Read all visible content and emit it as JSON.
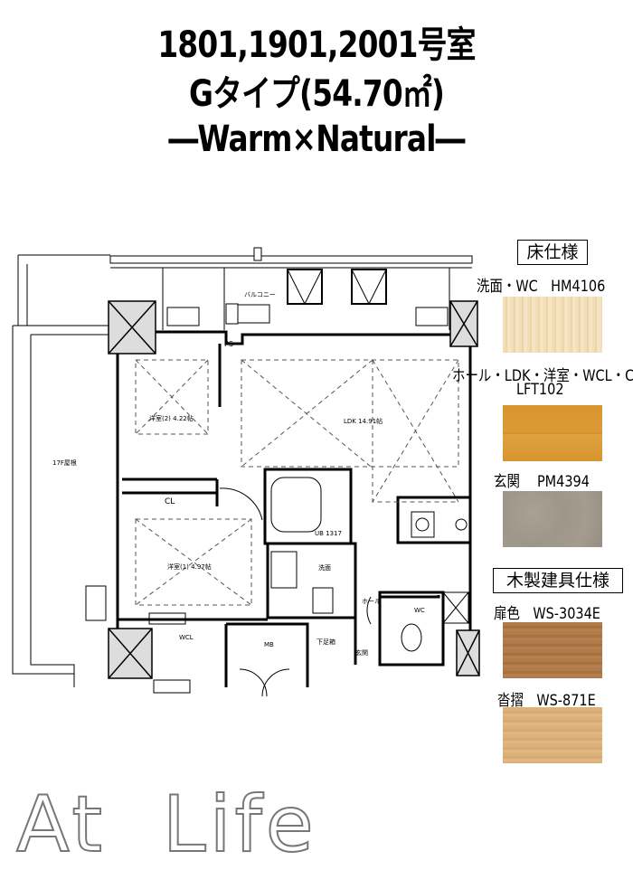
{
  "header": {
    "units": "1801,1901,2001号室",
    "type": "Gタイプ(54.70㎡)",
    "scheme": "―Warm×Natural―"
  },
  "plan": {
    "rooms": {
      "balcony": "バルコニー",
      "ps": "PS",
      "western2": "洋室(2) 4.22帖",
      "ldk": "LDK 14.91帖",
      "roof": "17F屋根",
      "cl": "CL",
      "ub": "UB 1317",
      "western1": "洋室(1) 4.97帖",
      "washroom": "洗面",
      "hall": "ホール",
      "wc": "WC",
      "wcl": "WCL",
      "mb": "MB",
      "shoebox": "下足箱",
      "entrance": "玄関"
    }
  },
  "floor_spec": {
    "heading": "床仕様",
    "items": [
      {
        "label": "洗面・WC　HM4106",
        "color": "#efdcb6"
      },
      {
        "label": "ホール・LDK・洋室・WCL・CL",
        "code": "LFT102",
        "color": "#d9952f"
      },
      {
        "label": "玄関　 PM4394",
        "color": "#a09a8c"
      }
    ]
  },
  "door_spec": {
    "heading": "木製建具仕様",
    "items": [
      {
        "label": "扉色　WS-3034E",
        "color": "#ae7847"
      },
      {
        "label": "沓摺　WS-871E",
        "color": "#dbb079"
      }
    ]
  },
  "brand": "At  Life"
}
